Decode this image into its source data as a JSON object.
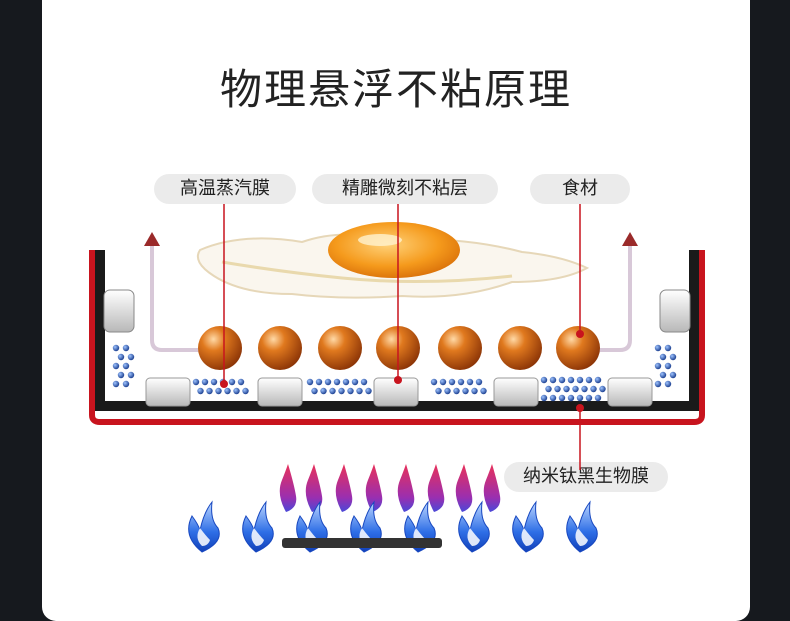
{
  "title": "物理悬浮不粘原理",
  "labels": {
    "high_temp_steam_film": "高温蒸汽膜",
    "fine_carved_nonstick_layer": "精雕微刻不粘层",
    "food": "食材",
    "nano_titanium_black_film": "纳米钛黑生物膜"
  },
  "colors": {
    "pan_red": "#c8141e",
    "pan_inner": "#141414",
    "orb": "#c2560f",
    "steam_arrow": "#9a2a2a",
    "dots": "#1f4aa8",
    "flame_blue": "#2e6ee6",
    "flame_red": "#d8325a",
    "pill_bg": "#ebebeb"
  }
}
